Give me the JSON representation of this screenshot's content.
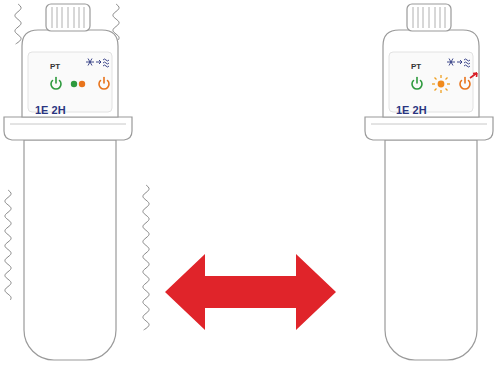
{
  "diagram": {
    "nodes": [
      {
        "text": [
          "PT",
          "1E 2H"
        ]
      },
      {
        "text": [
          "PT",
          "1E 2H"
        ]
      }
    ],
    "edges": [
      {
        "from": 0,
        "to": 1,
        "arrow": "both"
      }
    ]
  }
}
